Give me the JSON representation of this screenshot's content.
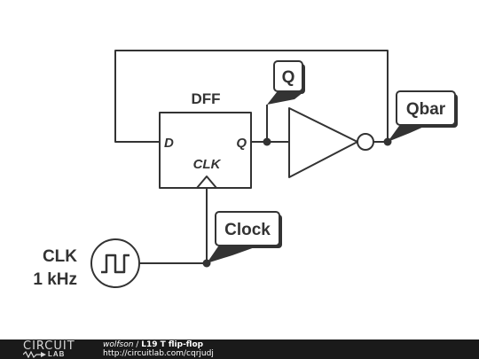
{
  "diagram": {
    "dff_title": "DFF",
    "pin_d": "D",
    "pin_q": "Q",
    "pin_clk": "CLK",
    "label_q": "Q",
    "label_qbar": "Qbar",
    "label_clock": "Clock",
    "source_name": "CLK",
    "source_freq": "1 kHz"
  },
  "footer": {
    "logo_top": "CIRCUIT",
    "logo_bottom": "LAB",
    "author": "wolfson",
    "separator": " / ",
    "title": "L19 T flip-flop",
    "url": "http://circuitlab.com/cqrjudj"
  },
  "colors": {
    "wire": "#333333",
    "label_fill": "#ffffff",
    "label_shadow": "#333333",
    "footer_bg": "#1a1a1a"
  }
}
